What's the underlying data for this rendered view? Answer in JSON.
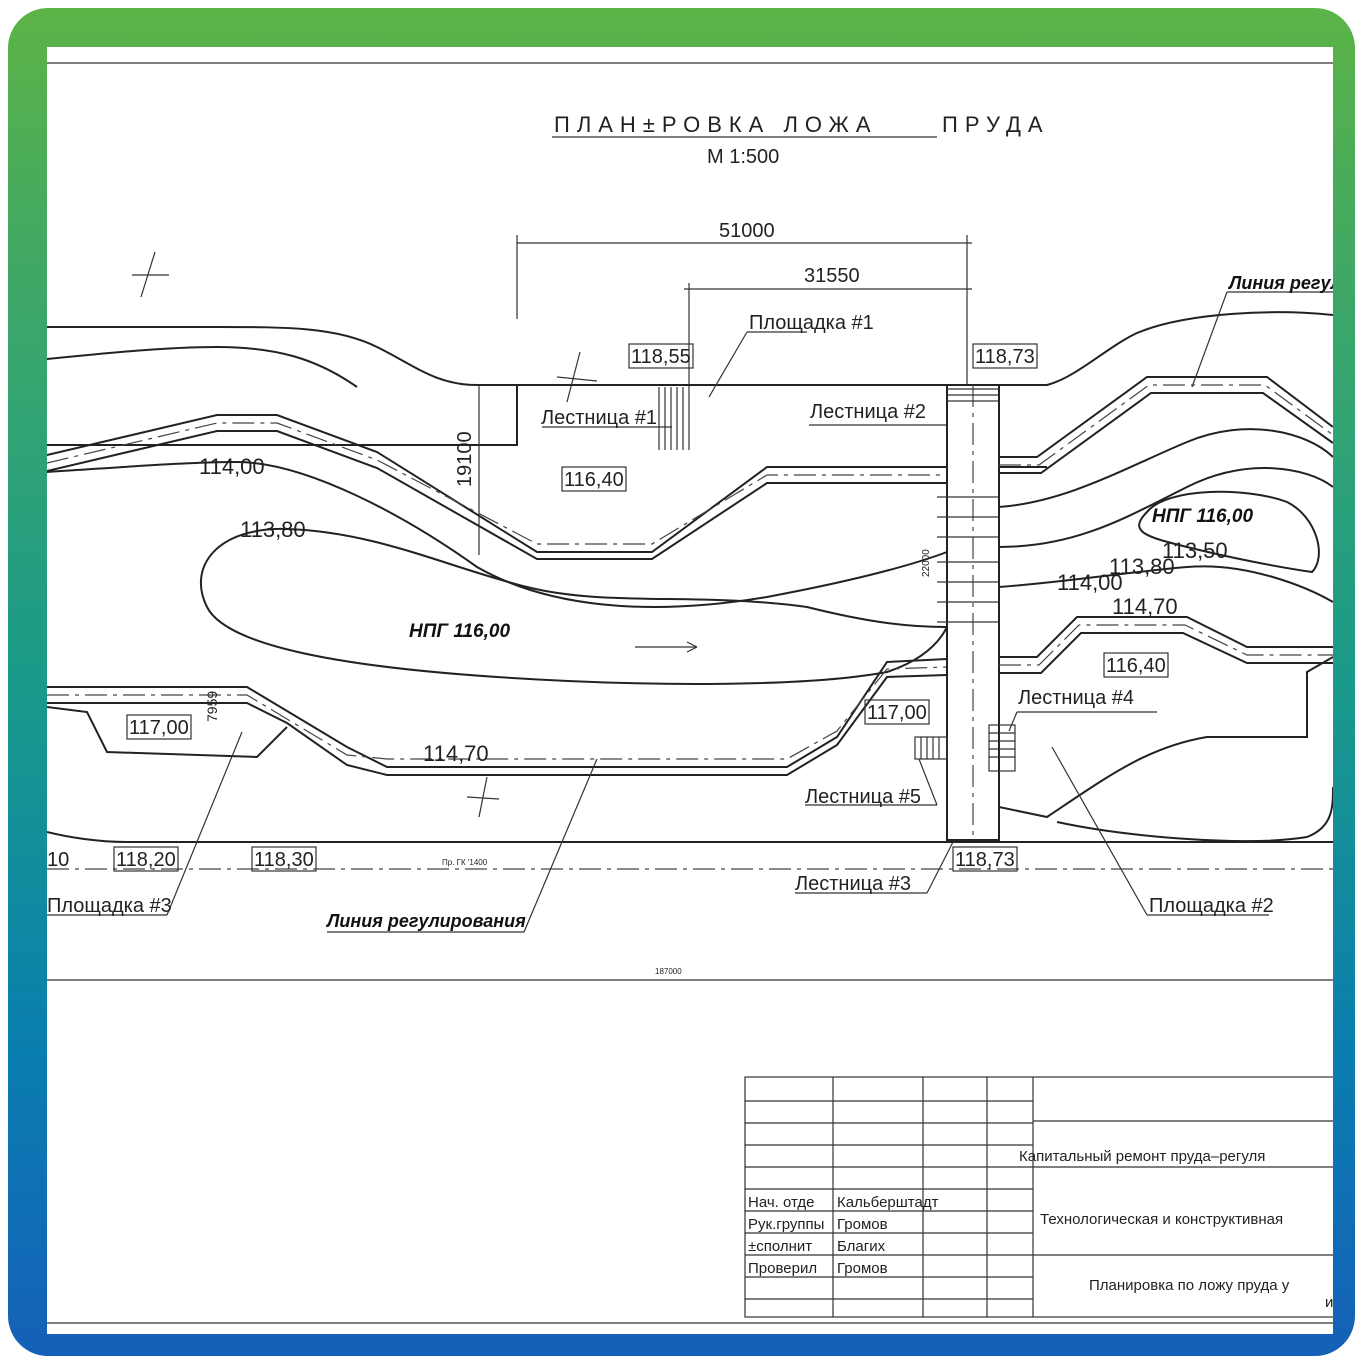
{
  "drawing": {
    "title_underlined": "ПЛАН±РОВКА ЛОЖА",
    "title_rest": "ПРУДА",
    "scale": "М 1:500",
    "dimensions": {
      "dim_51000": "51000",
      "dim_31550": "31550",
      "dim_19100": "19100",
      "dim_22000": "22000",
      "dim_7959": "7959",
      "dim_187000": "187000",
      "pk_label": "Пр. ГК '1400"
    },
    "elevations": {
      "e_118_55": "118,55",
      "e_118_73_top": "118,73",
      "e_116_40_left": "116,40",
      "e_116_40_right": "116,40",
      "e_117_00_mid": "117,00",
      "e_117_00_left": "117,00",
      "e_118_20": "118,20",
      "e_118_30": "118,30",
      "e_118_73_bottom": "118,73",
      "e_10_partial": "10"
    },
    "contours": {
      "c_114_00_left": "114,00",
      "c_113_80_left": "113,80",
      "c_114_70_left": "114,70",
      "c_113_80_right": "113,80",
      "c_113_50_right": "113,50",
      "c_114_00_right": "114,00",
      "c_114_70_right": "114,70"
    },
    "water_levels": {
      "npg_left": "НПГ 116,00",
      "npg_right": "НПГ 116,00"
    },
    "callouts": {
      "platform_1": "Площадка #1",
      "platform_2": "Площадка #2",
      "platform_3": "Площадка #3",
      "stair_1": "Лестница #1",
      "stair_2": "Лестница #2",
      "stair_3": "Лестница #3",
      "stair_4": "Лестница #4",
      "stair_5": "Лестница #5",
      "regulation_line_bottom": "Линия регулирования",
      "regulation_line_top": "Линия регул"
    }
  },
  "title_block": {
    "rows": [
      {
        "role": "Нач. отде",
        "name": "Кальберштадт"
      },
      {
        "role": "Рук.группы",
        "name": "Громов"
      },
      {
        "role": "±сполнит",
        "name": "Благих"
      },
      {
        "role": "Проверил",
        "name": "Громов"
      }
    ],
    "project_title": "Капитальный ремонт пруда–регуля",
    "section_title": "Технологическая и конструктивная",
    "sheet_title": "Планировка по ложу пруда у",
    "sheet_title_cont": "и"
  },
  "colors": {
    "frame_top": "#5cb346",
    "frame_bottom": "#1560b8",
    "line": "#222222",
    "sheet": "#ffffff"
  }
}
